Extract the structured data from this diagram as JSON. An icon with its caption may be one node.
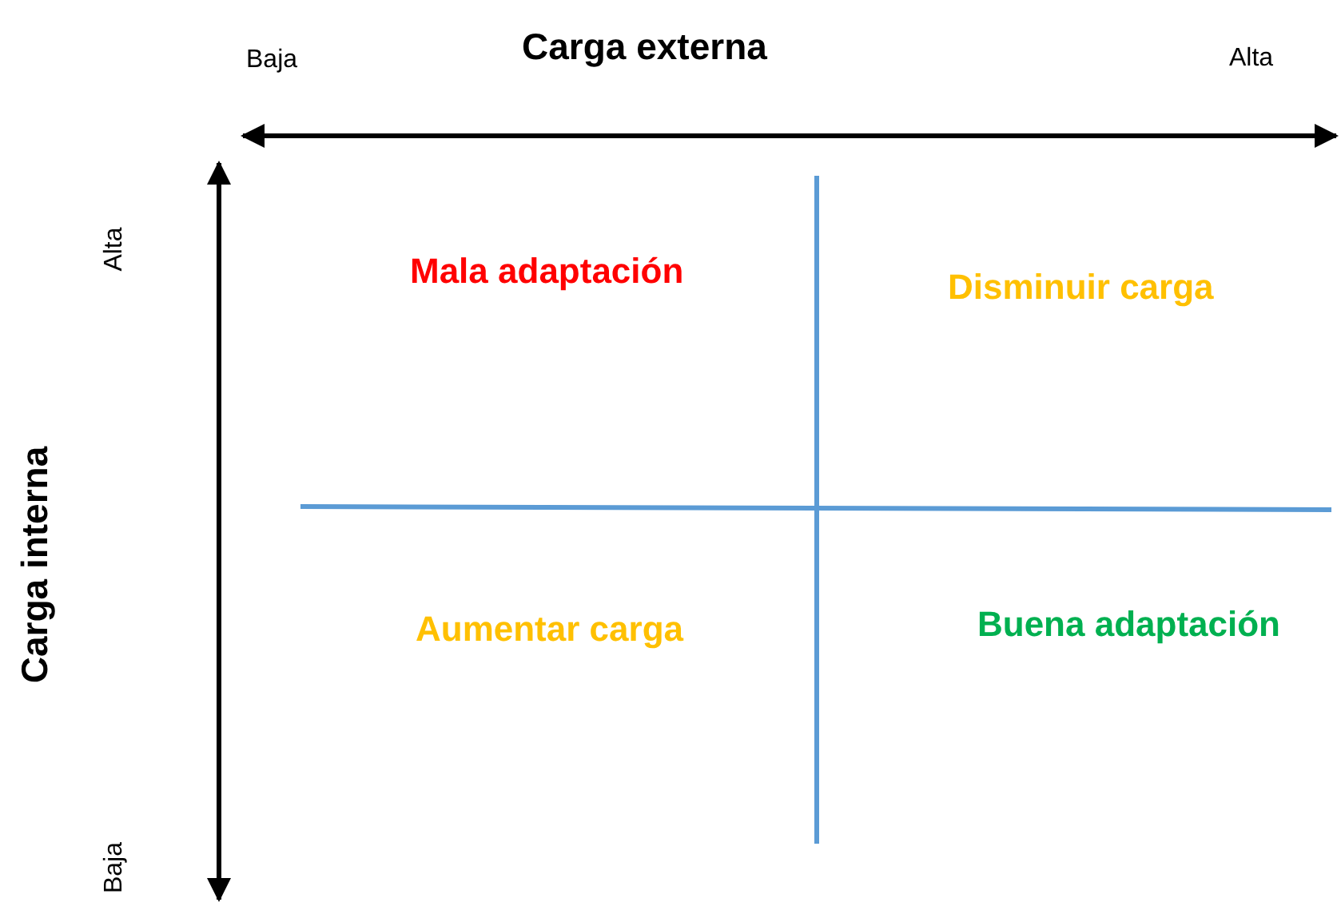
{
  "diagram": {
    "labels": [
      "Baja",
      "Carga externa",
      "Alta",
      "Alta",
      "Mala adaptación",
      "Disminuir carga",
      "Carga interna",
      "Aumentar carga",
      "Buena adaptación",
      "Baja"
    ]
  }
}
